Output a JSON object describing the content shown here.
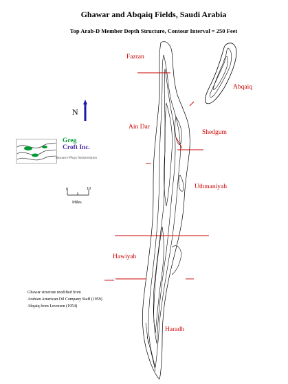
{
  "header": {
    "title": "Ghawar and Abqaiq Fields, Saudi Arabia",
    "subtitle": "Top Arab-D Member Depth Structure, Contour Interval = 250 Feet"
  },
  "fields": [
    {
      "id": "fazran",
      "label": "Fazran"
    },
    {
      "id": "abqaiq",
      "label": "Abqaiq"
    },
    {
      "id": "ain-dar",
      "label": "Ain Dar"
    },
    {
      "id": "shedgum",
      "label": "Shedgum"
    },
    {
      "id": "uthmaniyah",
      "label": "Uthmaniyah"
    },
    {
      "id": "hawiyah",
      "label": "Hawiyah"
    },
    {
      "id": "haradh",
      "label": "Haradh"
    }
  ],
  "north": {
    "label": "N"
  },
  "scale": {
    "zero": "0",
    "ten": "10",
    "unit": "Miles"
  },
  "logo": {
    "name": "Greg",
    "company": "Croft Inc.",
    "tagline": "Resource Plays Interpretation"
  },
  "credits": [
    "Ghawar structure modified from",
    "Arabian American Oil Company Staff (1959)",
    "Abqaiq from Levorsen (1954)"
  ],
  "colors": {
    "label": "#cc0000",
    "line": "#cc0000",
    "arrow": "#1a1aa6",
    "contour": "#000000"
  }
}
